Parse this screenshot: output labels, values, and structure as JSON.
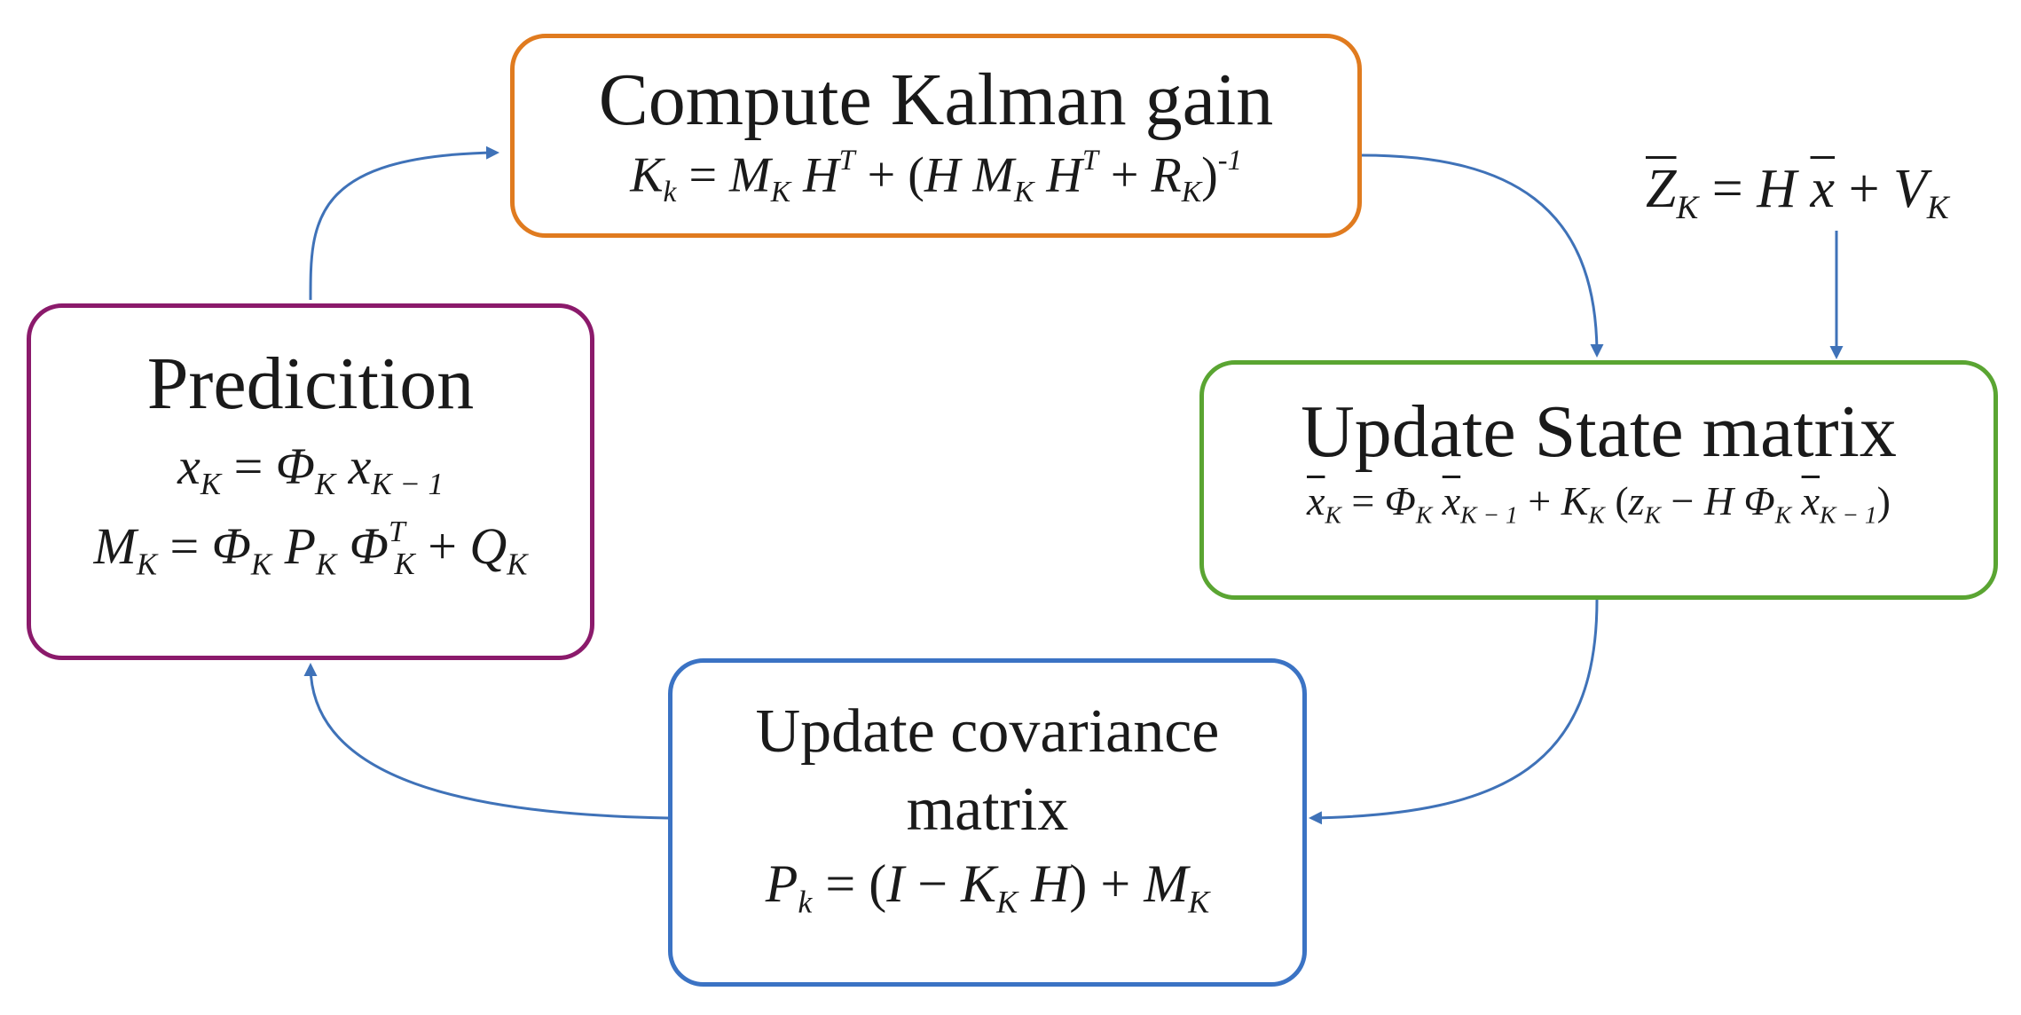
{
  "colors": {
    "kalman_border": "#e07b1f",
    "prediction_border": "#8b1a6b",
    "state_border": "#5aa532",
    "covariance_border": "#3b73c4",
    "arrow": "#3f72b8"
  },
  "nodes": {
    "kalman": {
      "title": "Compute Kalman gain",
      "eq": {
        "lhs": "K",
        "lhs_sub": "k",
        "rhs1": "M",
        "rhs1_sub": "K",
        "h": "H",
        "t": "T",
        "r": "R",
        "r_sub": "K",
        "inv": "-1"
      }
    },
    "prediction": {
      "title": "Predicition",
      "eq1": {
        "x": "x",
        "k": "K",
        "phi": "Φ",
        "prev": "K − 1"
      },
      "eq2": {
        "m": "M",
        "k": "K",
        "phi": "Φ",
        "p": "P",
        "t": "T",
        "q": "Q"
      }
    },
    "state": {
      "title": "Update State matrix",
      "eq": {
        "x": "x",
        "k": "K",
        "phi": "Φ",
        "prev": "K − 1",
        "gain": "K",
        "z": "z",
        "h": "H"
      }
    },
    "covariance": {
      "title_line1": "Update covariance",
      "title_line2": "matrix",
      "eq": {
        "p": "P",
        "p_sub": "k",
        "i": "I",
        "gain": "K",
        "gain_sub": "K",
        "h": "H",
        "m": "M",
        "m_sub": "K"
      }
    }
  },
  "measurement": {
    "z": "Z",
    "k": "K",
    "h": "H",
    "x": "x",
    "v": "V"
  }
}
